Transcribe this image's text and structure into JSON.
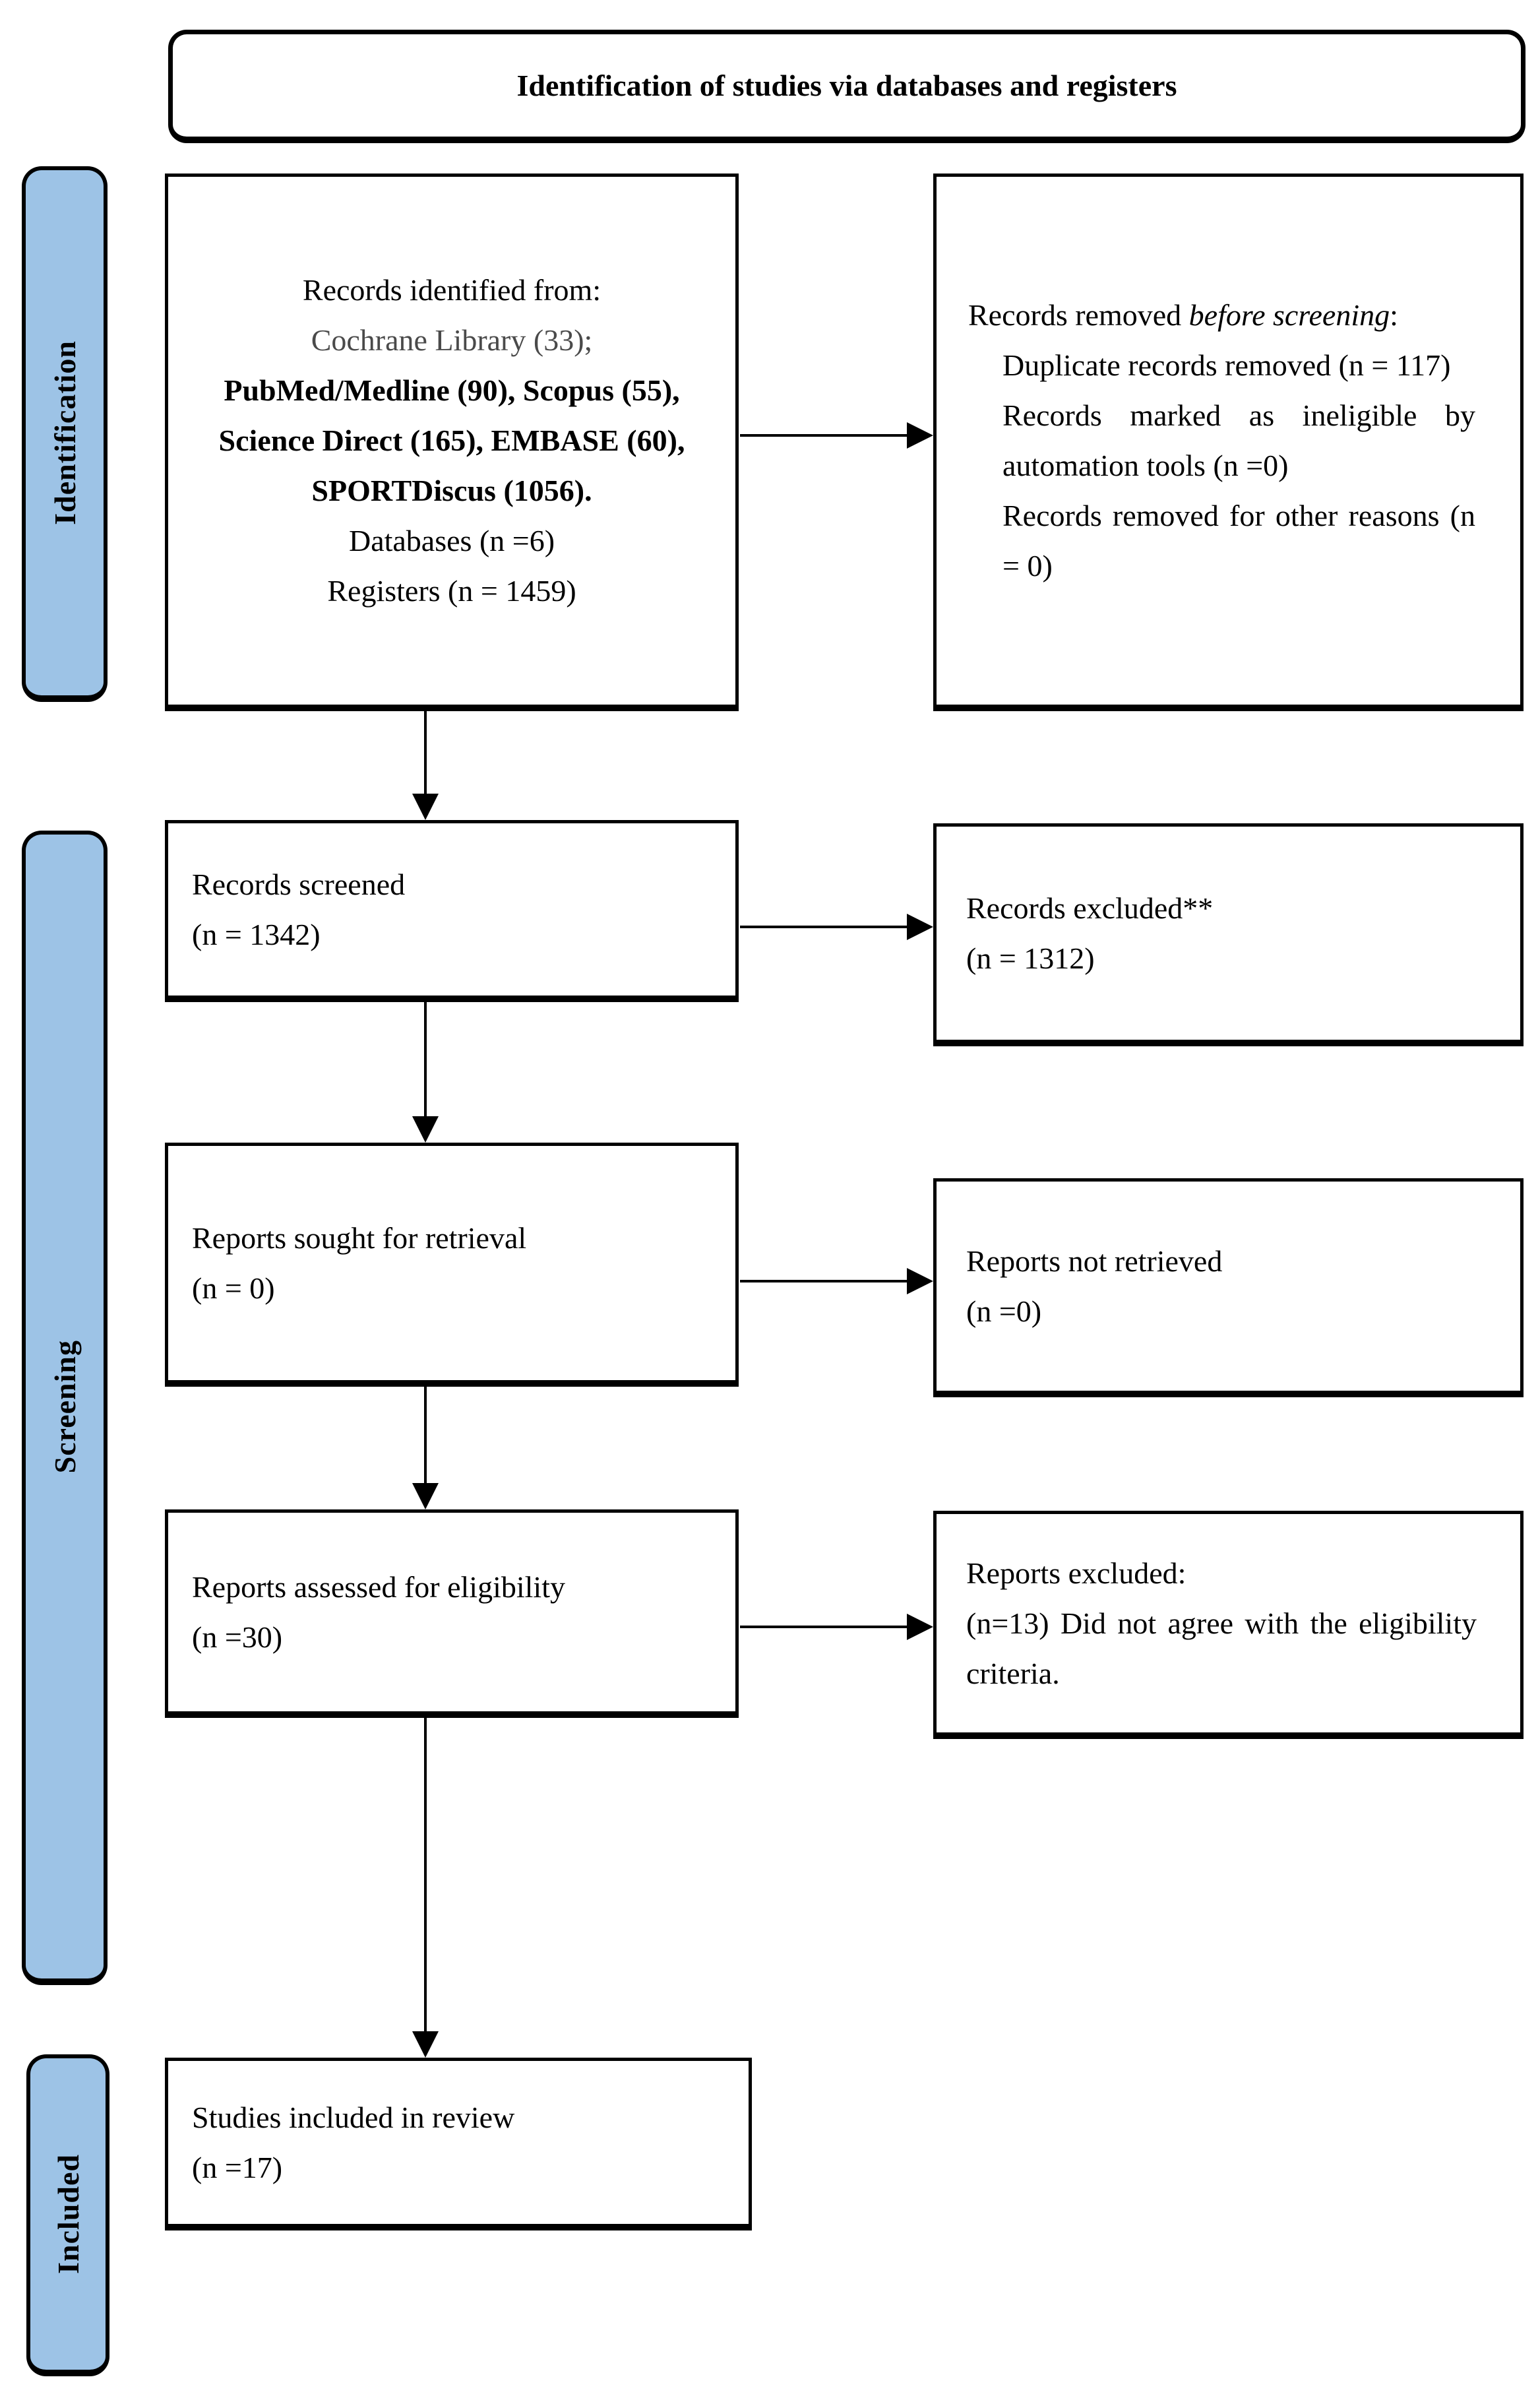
{
  "page": {
    "header": {
      "title": "Identification of studies via databases and registers"
    },
    "sidebar": {
      "items": [
        {
          "label": "Identification"
        },
        {
          "label": "Screening"
        },
        {
          "label": "Included"
        }
      ]
    },
    "flow": {
      "records_identified": {
        "lines": [
          "Records identified from:",
          "Cochrane Library (33);",
          "PubMed/Medline (90), Scopus (55),",
          "Science Direct (165), EMBASE (60),",
          "SPORTDiscus (1056).",
          "Databases (n =6)",
          "Registers (n = 1459)"
        ]
      },
      "records_removed": {
        "heading_prefix": "Records removed ",
        "heading_italic": "before screening",
        "heading_suffix": ":",
        "items": [
          "Duplicate records removed (n = 117)",
          "Records marked as ineligible by automation tools (n =0)",
          "Records removed for other reasons (n = 0)"
        ]
      },
      "records_screened": {
        "label": "Records screened",
        "count": "(n = 1342)"
      },
      "records_excluded": {
        "label": "Records excluded**",
        "count": "(n = 1312)"
      },
      "reports_sought": {
        "label": "Reports sought for retrieval",
        "count": "(n = 0)"
      },
      "reports_not_retrieved": {
        "label": "Reports not retrieved",
        "count": "(n =0)"
      },
      "reports_assessed": {
        "label": "Reports assessed for eligibility",
        "count": "(n =30)"
      },
      "reports_excluded": {
        "label": "Reports excluded:",
        "reason": "(n=13) Did not agree with the eligibility criteria."
      },
      "studies_included": {
        "label": "Studies included in review",
        "count": "(n =17)"
      }
    },
    "colors": {
      "sidebar_fill": "#9DC3E6",
      "line": "#000000",
      "muted_text": "#4a4a4a",
      "background": "#ffffff"
    }
  }
}
